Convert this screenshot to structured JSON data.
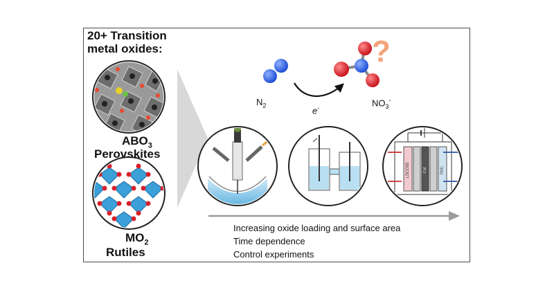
{
  "left_panel": {
    "title_line1": "20+ Transition",
    "title_line2": "metal oxides:",
    "perovskite_formula_base": "ABO",
    "perovskite_formula_sub": "3",
    "perovskite_name": "Perovskites",
    "rutile_formula_base": "MO",
    "rutile_formula_sub": "2",
    "rutile_name": "Rutiles"
  },
  "reaction": {
    "reactant_base": "N",
    "reactant_sub": "2",
    "electron_base": "e",
    "electron_sup": "-",
    "product_base": "NO",
    "product_sub": "3",
    "product_sup": "-",
    "question_mark": "?"
  },
  "notes": [
    "Increasing oxide loading and surface area",
    "Time dependence",
    "Control experiments"
  ],
  "cell_labels": {
    "left_electrode": "LSCO55",
    "membrane": "Cat",
    "right_electrode": "Pt/C"
  },
  "colors": {
    "nitrogen": "#1f4fd6",
    "oxygen": "#d8202a",
    "octahedron": "#3b9fd8",
    "question": "#f4a37a",
    "arrow": "#9a9a9a"
  }
}
